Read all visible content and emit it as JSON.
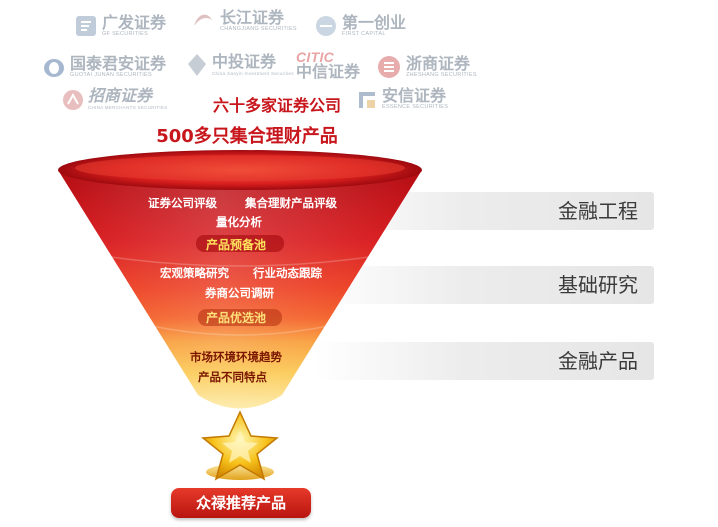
{
  "logos": [
    {
      "cn": "广发证券",
      "en": "GF SECURITIES"
    },
    {
      "cn": "长江证券",
      "en": "CHANGJIANG SECURITIES"
    },
    {
      "cn": "第一创业",
      "en": "FIRST CAPITAL"
    },
    {
      "cn": "国泰君安证券",
      "en": "GUOTAI JUNAN SECURITIES"
    },
    {
      "cn": "中投证券",
      "en": "China Jianyin Investment Securities"
    },
    {
      "cn": "中信证券",
      "en": "CITIC"
    },
    {
      "cn": "浙商证券",
      "en": "ZHESHANG SECURITIES"
    },
    {
      "cn": "招商证券",
      "en": "CHINA MERCHANTS SECURITIES"
    },
    {
      "cn": "安信证券",
      "en": "ESSENCE SECURITIES"
    }
  ],
  "headline": {
    "line1": "六十多家证券公司",
    "line2": "500多只集合理财产品"
  },
  "funnel": {
    "stage1": {
      "text1": "证券公司评级",
      "text2": "集合理财产品评级",
      "text3": "量化分析",
      "pool": "产品预备池"
    },
    "stage2": {
      "text1": "宏观策略研究",
      "text2": "行业动态跟踪",
      "text3": "券商公司调研",
      "pool": "产品优选池"
    },
    "stage3": {
      "text1": "市场环境环境趋势",
      "text2": "产品不同特点"
    }
  },
  "side_labels": [
    "金融工程",
    "基础研究",
    "金融产品"
  ],
  "cta": "众禄推荐产品",
  "colors": {
    "brand_red": "#c8161d",
    "funnel_top": "#d4131b",
    "funnel_mid": "#f25a1e",
    "funnel_bottom": "#f7c84a",
    "star": "#f5b800"
  }
}
